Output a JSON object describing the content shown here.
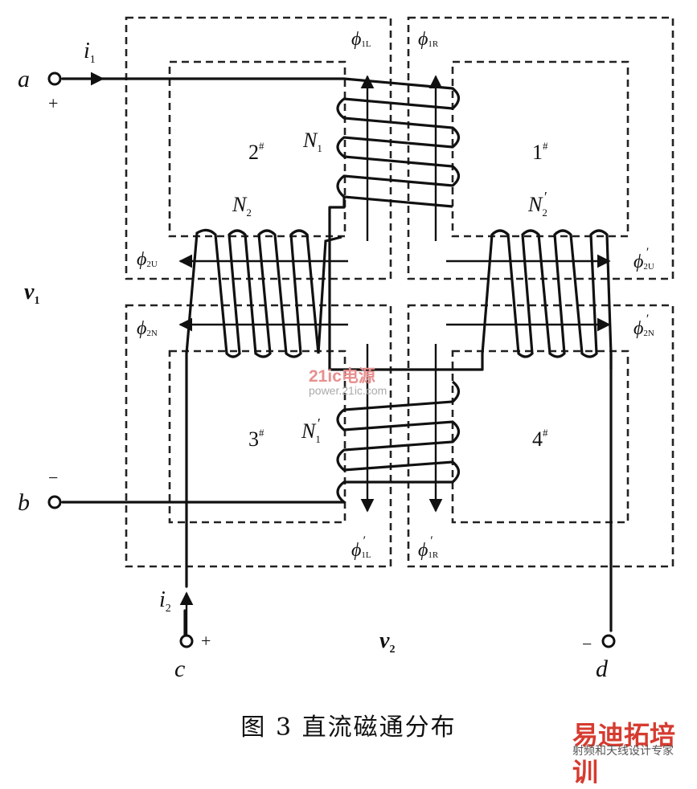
{
  "caption": "图 3    直流磁通分布",
  "terminals": {
    "a": "a",
    "b": "b",
    "c": "c",
    "d": "d"
  },
  "polarity": {
    "a": "+",
    "b": "−",
    "c": "+",
    "d": "−"
  },
  "currents": {
    "i1": {
      "main": "i",
      "sub": "1"
    },
    "i2": {
      "main": "i",
      "sub": "2"
    }
  },
  "voltages": {
    "v1": {
      "main": "v",
      "sub": "1"
    },
    "v2": {
      "main": "v",
      "sub": "2"
    }
  },
  "windows": {
    "w1": "1",
    "w2": "2",
    "w3": "3",
    "w4": "4",
    "mark": "#"
  },
  "windings": {
    "N1": {
      "main": "N",
      "sub": "1",
      "prime": ""
    },
    "N1p": {
      "main": "N",
      "sub": "1",
      "prime": "′"
    },
    "N2": {
      "main": "N",
      "sub": "2",
      "prime": ""
    },
    "N2p": {
      "main": "N",
      "sub": "2",
      "prime": "′"
    }
  },
  "fluxes": {
    "phi1L": {
      "main": "ϕ",
      "sub": "1L",
      "prime": ""
    },
    "phi1R": {
      "main": "ϕ",
      "sub": "1R",
      "prime": ""
    },
    "phi1Lp": {
      "main": "ϕ",
      "sub": "1L",
      "prime": "′"
    },
    "phi1Rp": {
      "main": "ϕ",
      "sub": "1R",
      "prime": "′"
    },
    "phi2U": {
      "main": "ϕ",
      "sub": "2U",
      "prime": ""
    },
    "phi2N": {
      "main": "ϕ",
      "sub": "2N",
      "prime": ""
    },
    "phi2Up": {
      "main": "ϕ",
      "sub": "2U",
      "prime": "′"
    },
    "phi2Np": {
      "main": "ϕ",
      "sub": "2N",
      "prime": "′"
    }
  },
  "watermarks": {
    "site1": "21ic电源",
    "site1_url": "power.21ic.com",
    "site2": "易迪拓培训",
    "site2_tag": "射频和天线设计专家"
  }
}
